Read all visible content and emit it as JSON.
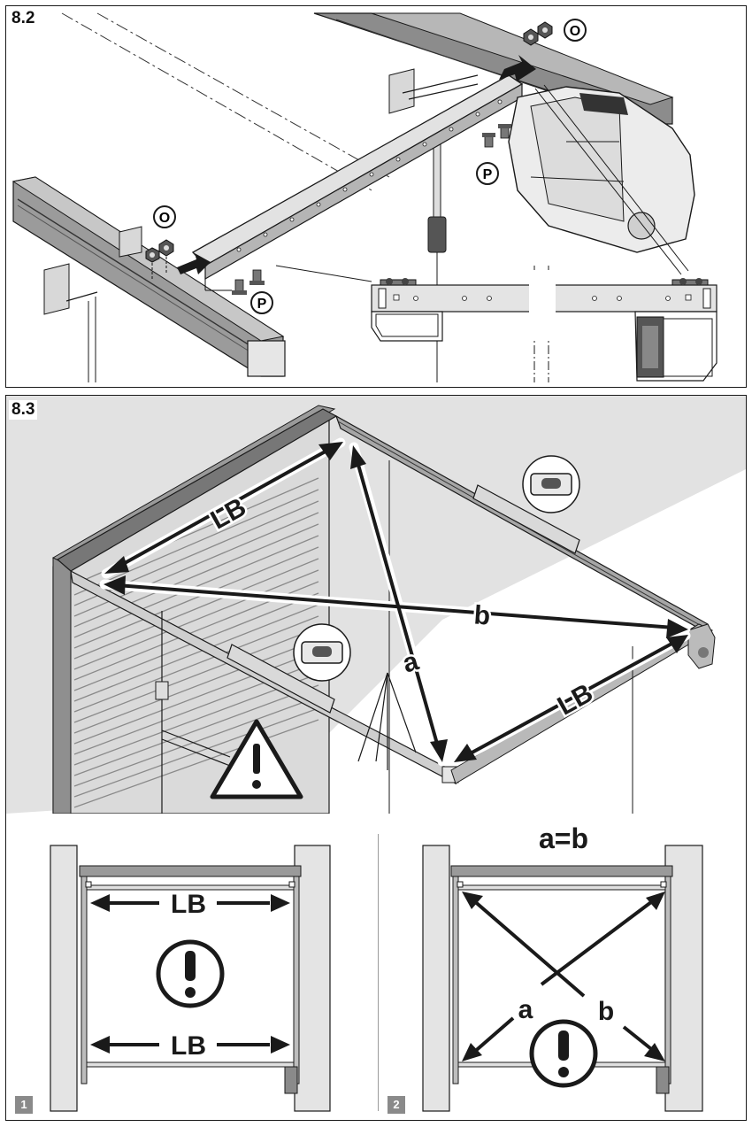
{
  "steps": {
    "step_8_2": {
      "label": "8.2"
    },
    "step_8_3": {
      "label": "8.3"
    }
  },
  "part_labels": {
    "nut": "O",
    "bolt": "P"
  },
  "measurements": {
    "rail_distance": "LB",
    "diagonal_a": "a",
    "diagonal_b": "b",
    "equation": "a=b"
  },
  "sub_figures": {
    "fig_1": {
      "number": "1"
    },
    "fig_2": {
      "number": "2"
    }
  },
  "icons": {
    "warning": "warning-triangle-icon",
    "attention": "exclamation-circle-icon",
    "spirit_level": "spirit-level-icon"
  },
  "colors": {
    "line": "#1a1a1a",
    "rail_gray": "#9a9a9a",
    "dark_gray": "#4a4a4a",
    "light_gray": "#d9d9d9",
    "panel_bg": "#e4e4e4"
  }
}
